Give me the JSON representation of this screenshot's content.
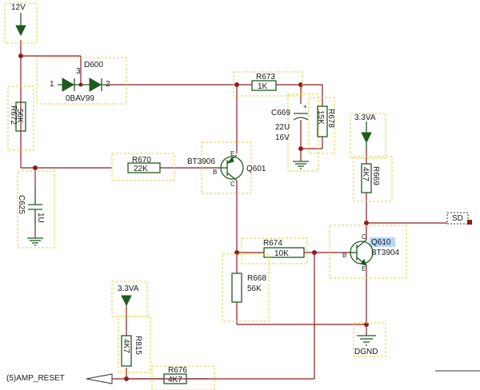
{
  "nets": {
    "supply_12v": "12V",
    "supply_33va_top": "3.3VA",
    "supply_33va_bottom": "3.3VA",
    "sd": "SD",
    "dgnd": "DGND",
    "amp_reset": "(5)AMP_RESET"
  },
  "components": {
    "d600": {
      "ref": "D600",
      "part": "0BAV99",
      "pin1": "1",
      "pin2": "2",
      "pin3": "3"
    },
    "r672": {
      "ref": "R672",
      "value": "56K"
    },
    "c625": {
      "ref": "C625",
      "value": "1U"
    },
    "r670": {
      "ref": "R670",
      "value": "22K"
    },
    "q601": {
      "ref": "Q601",
      "part": "BT3906",
      "pin_e": "E",
      "pin_b": "B",
      "pin_c": "C"
    },
    "r673": {
      "ref": "R673",
      "value": "1K"
    },
    "c669": {
      "ref": "C669",
      "value": "22U",
      "voltage": "16V"
    },
    "r678": {
      "ref": "R678",
      "value": "15K"
    },
    "r669": {
      "ref": "R669",
      "value": "4K7"
    },
    "q610": {
      "ref": "Q610",
      "part": "BT3904",
      "pin_c": "C",
      "pin_b": "B",
      "pin_e": "E"
    },
    "r674": {
      "ref": "R674",
      "value": "10K"
    },
    "r668": {
      "ref": "R668",
      "value": "56K"
    },
    "r815": {
      "ref": "R815",
      "value": "4K7"
    },
    "r676": {
      "ref": "R676",
      "value": "4K7"
    }
  },
  "colors": {
    "wire": "#8a1f1f",
    "symbol": "#1f5a1f",
    "part_box": "#e3d24a",
    "highlight": "#b7d6f5"
  }
}
